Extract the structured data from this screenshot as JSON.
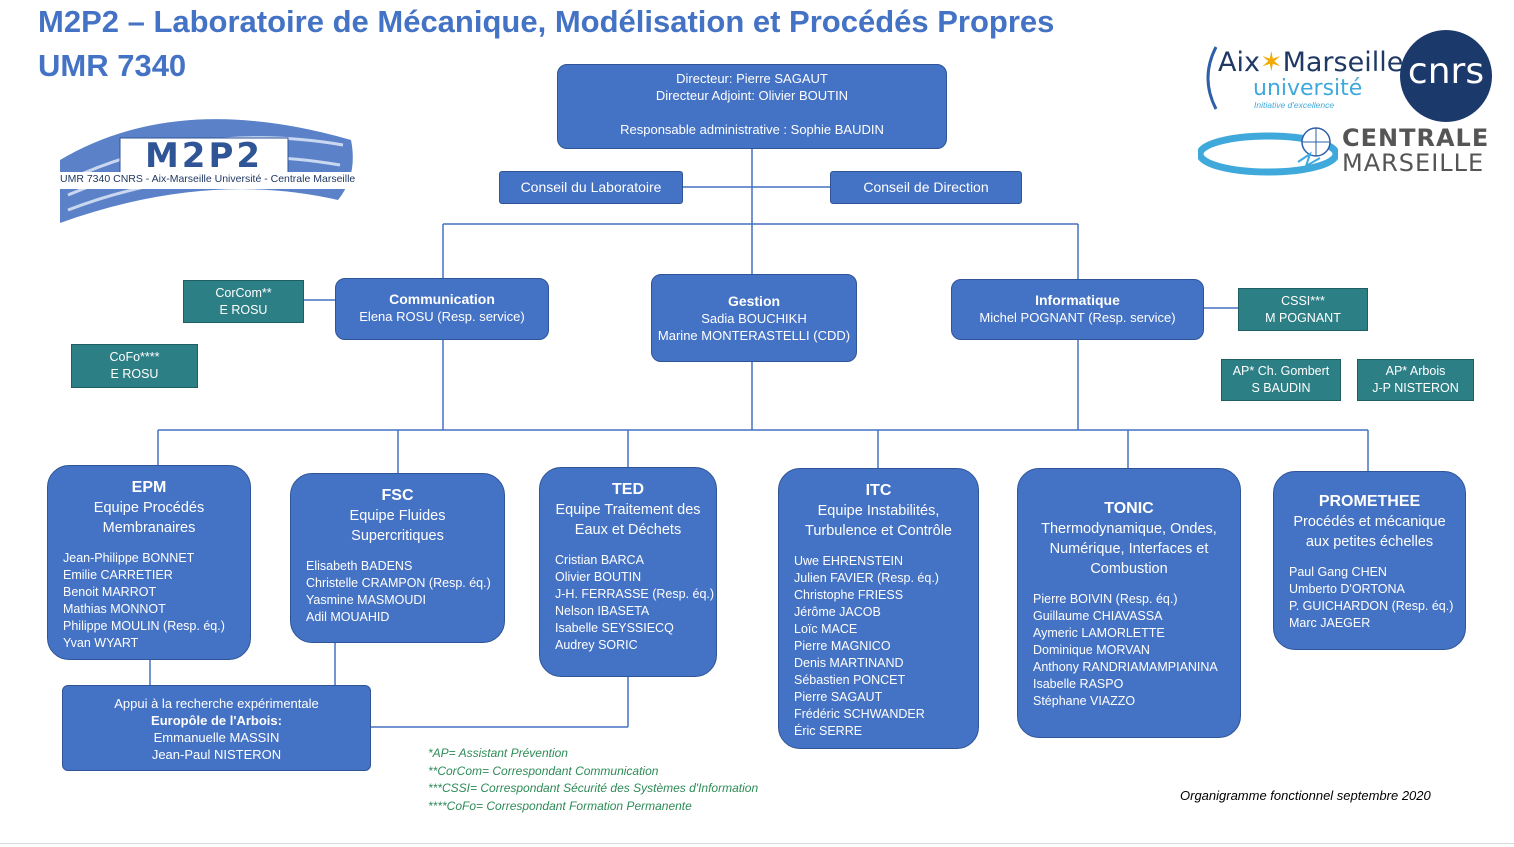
{
  "title_line1": "M2P2 – Laboratoire de Mécanique, Modélisation et Procédés Propres",
  "title_line2": "UMR 7340",
  "logos": {
    "m2p2": {
      "name": "M2P2",
      "subtitle": "UMR 7340 CNRS - Aix-Marseille Université - Centrale Marseille"
    },
    "amu": {
      "line1a": "Aix",
      "line1b": "Marseille",
      "line2": "université",
      "line3": "Initiative d'excellence"
    },
    "cnrs": "cnrs",
    "centrale": {
      "line1": "CENTRALE",
      "line2": "MARSEILLE"
    }
  },
  "direction": {
    "line1": "Directeur: Pierre SAGAUT",
    "line2": "Directeur Adjoint: Olivier BOUTIN",
    "line3": "Responsable administrative : Sophie BAUDIN"
  },
  "conseil_labo": "Conseil du Laboratoire",
  "conseil_direction": "Conseil de Direction",
  "services": {
    "communication": {
      "title": "Communication",
      "line": "Elena ROSU (Resp. service)"
    },
    "gestion": {
      "title": "Gestion",
      "line1": "Sadia BOUCHIKH",
      "line2": "Marine MONTERASTELLI  (CDD)"
    },
    "informatique": {
      "title": "Informatique",
      "line": "Michel POGNANT (Resp. service)"
    }
  },
  "corcom": {
    "role": "CorCom**",
    "name": "E ROSU"
  },
  "cofo": {
    "role": "CoFo****",
    "name": "E ROSU"
  },
  "cssi": {
    "role": "CSSI***",
    "name": "M POGNANT"
  },
  "ap_gombert": {
    "role": "AP* Ch. Gombert",
    "name": "S BAUDIN"
  },
  "ap_arbois": {
    "role": "AP* Arbois",
    "name": "J-P NISTERON"
  },
  "teams": [
    {
      "name": "EPM",
      "desc1": "Equipe Procédés",
      "desc2": "Membranaires",
      "desc3": "",
      "members": [
        "Jean-Philippe BONNET",
        "Emilie CARRETIER",
        "Benoit MARROT",
        "Mathias MONNOT",
        "Philippe MOULIN  (Resp. éq.)",
        "Yvan WYART"
      ]
    },
    {
      "name": "FSC",
      "desc1": "Equipe Fluides",
      "desc2": "Supercritiques",
      "desc3": "",
      "members": [
        "Elisabeth BADENS",
        "Christelle CRAMPON (Resp. éq.)",
        "Yasmine MASMOUDI",
        "Adil MOUAHID"
      ]
    },
    {
      "name": "TED",
      "desc1": "Equipe Traitement des",
      "desc2": "Eaux et Déchets",
      "desc3": "",
      "members": [
        "Cristian BARCA",
        "Olivier BOUTIN",
        "J-H. FERRASSE (Resp. éq.)",
        "Nelson IBASETA",
        "Isabelle SEYSSIECQ",
        "Audrey  SORIC"
      ]
    },
    {
      "name": "ITC",
      "desc1": "Equipe Instabilités,",
      "desc2": "Turbulence et Contrôle",
      "desc3": "",
      "members": [
        "Uwe EHRENSTEIN",
        "Julien FAVIER (Resp. éq.)",
        "Christophe FRIESS",
        "Jérôme JACOB",
        "Loïc MACE",
        "Pierre MAGNICO",
        "Denis MARTINAND",
        "Sébastien PONCET",
        "Pierre SAGAUT",
        "Frédéric SCHWANDER",
        "Éric  SERRE"
      ]
    },
    {
      "name": "TONIC",
      "desc1": "Thermodynamique, Ondes,",
      "desc2": "Numérique, Interfaces et",
      "desc3": "Combustion",
      "members": [
        "Pierre BOIVIN (Resp. éq.)",
        "Guillaume CHIAVASSA",
        "Aymeric LAMORLETTE",
        "Dominique MORVAN",
        "Anthony RANDRIAMAMPIANINA",
        "Isabelle RASPO",
        "Stéphane VIAZZO"
      ]
    },
    {
      "name": "PROMETHEE",
      "desc1": "Procédés et mécanique",
      "desc2": "aux petites échelles",
      "desc3": "",
      "members": [
        "Paul Gang CHEN",
        "Umberto D'ORTONA",
        "P. GUICHARDON  (Resp. éq.)",
        "Marc JAEGER"
      ]
    }
  ],
  "appui": {
    "line1": "Appui à la recherche expérimentale",
    "line2": "Europôle de l'Arbois:",
    "line3": "Emmanuelle MASSIN",
    "line4": "Jean-Paul NISTERON"
  },
  "legend": [
    "*AP= Assistant Prévention",
    "**CorCom= Correspondant Communication",
    "***CSSI= Correspondant Sécurité des Systèmes d'Information",
    "****CoFo= Correspondant Formation Permanente"
  ],
  "footnote": "Organigramme fonctionnel septembre 2020",
  "colors": {
    "title": "#4472c4",
    "box": "#4472c4",
    "teal": "#2d7f86",
    "legend": "#2e8b57",
    "line": "#4472c4"
  }
}
